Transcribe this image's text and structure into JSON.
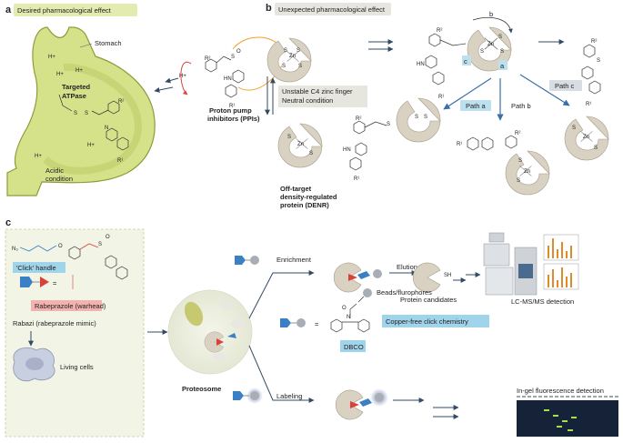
{
  "colors": {
    "stomach": "#d6e28a",
    "stomach_stroke": "#8d9b3a",
    "protein": "#d9d1c1",
    "protein_stroke": "#a79d8a",
    "pill_green": "#e4ebb0",
    "pill_grey": "#e6e6de",
    "path_blue": "#bde0ee",
    "path_grey": "#d7dde3",
    "click_blue": "#9fd4ea",
    "warhead_red": "#f2b3b0",
    "probe_blue": "#3b7fc4",
    "probe_grey": "#a9aeb6",
    "red": "#d9423a",
    "orange": "#f0a030",
    "arrow": "#334a66",
    "gel": "#152238",
    "gel_band": "#a6e04a",
    "bar_orange": "#e08a2a"
  },
  "panel_a": {
    "letter": "a",
    "title": "Desired pharmacological effect",
    "stomach": "Stomach",
    "h_plus": "H+",
    "targeted": "Targeted",
    "atpase": "ATPase",
    "acidic_1": "Acidic",
    "acidic_2": "condition",
    "ppi_1": "Proton pump",
    "ppi_2": "inhibitors (PPIs)"
  },
  "panel_b": {
    "letter": "b",
    "title": "Unexpected pharmacological effect",
    "unstable_1": "Unstable C4 zinc finger",
    "unstable_2": "Neutral condition",
    "off_target_1": "Off-target",
    "off_target_2": "density-regulated",
    "off_target_3": "protein (DENR)",
    "path_a": "Path a",
    "path_b": "Path b",
    "path_c": "Path c",
    "label_a": "a",
    "label_b": "b",
    "label_c": "c"
  },
  "panel_c": {
    "letter": "c",
    "click_handle": "'Click' handle",
    "warhead": "Rabeprazole (warhead)",
    "rabazi": "Rabazi (rabeprazole mimic)",
    "living_cells": "Living cells",
    "proteosome": "Proteosome",
    "enrichment": "Enrichment",
    "elution": "Elution",
    "sh": "SH",
    "protein_candidates": "Protein candidates",
    "lcms": "LC-MS/MS detection",
    "beads": "Beads/flurophores",
    "copper_free": "Copper-free click chemistry",
    "dbco": "DBCO",
    "labeling": "Labeling",
    "in_gel": "In-gel fluorescence detection",
    "equals": "="
  },
  "chem": {
    "s": "S",
    "zn": "Zn",
    "hn": "HN",
    "n": "N",
    "o": "O",
    "r1": "R¹",
    "r2": "R²",
    "n3": "N₃"
  }
}
